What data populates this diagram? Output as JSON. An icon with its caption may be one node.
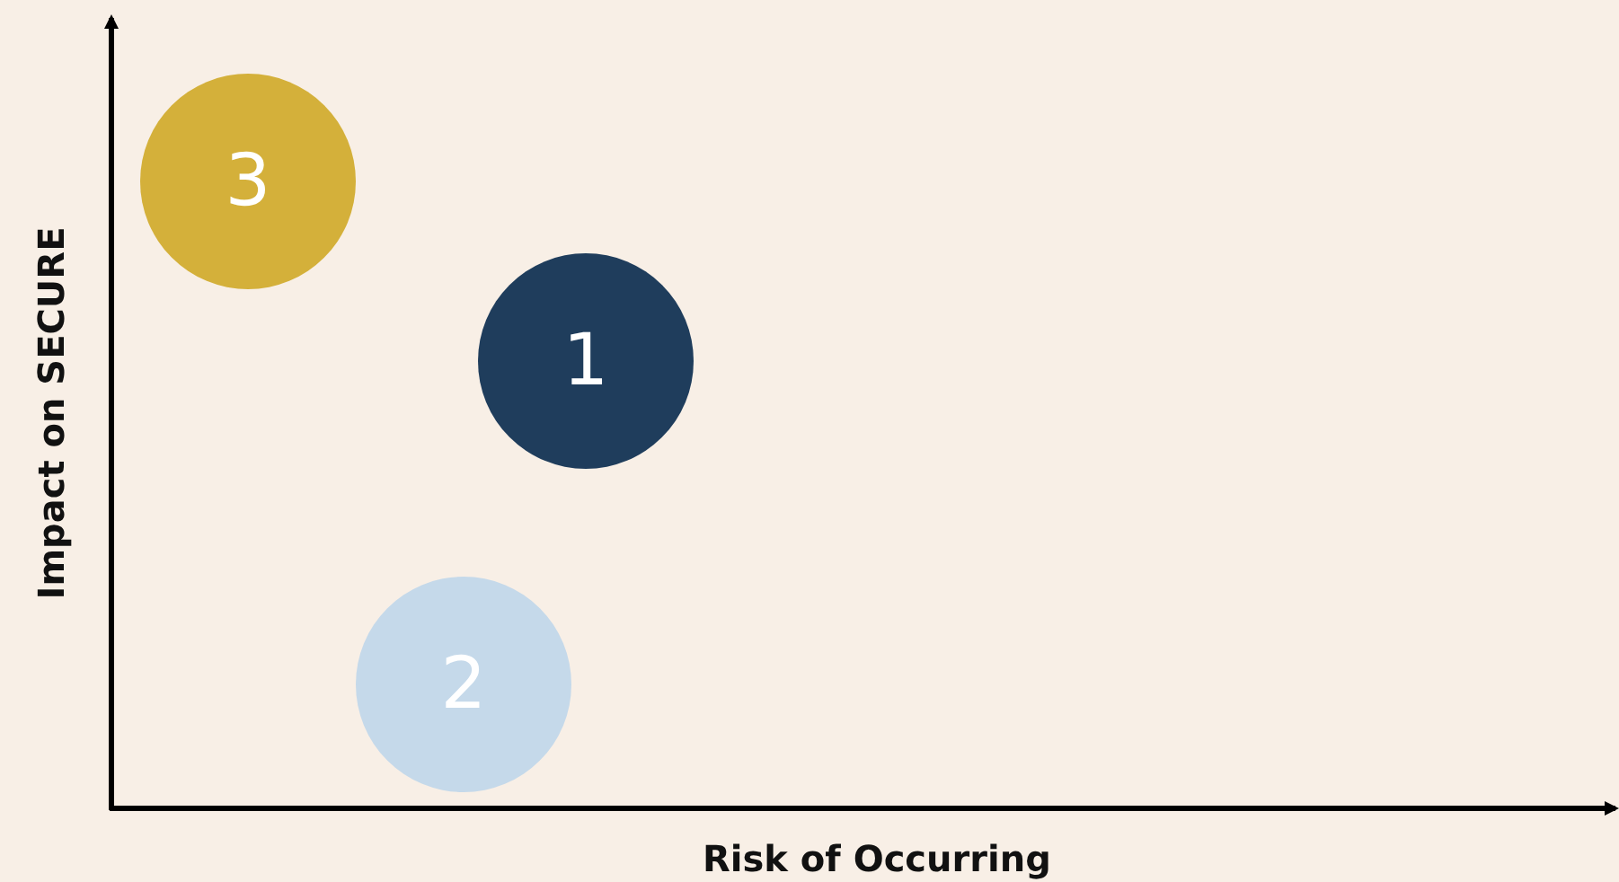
{
  "diagram": {
    "nodes": [
      {
        "text": [
          "3"
        ]
      },
      {
        "text": [
          "1"
        ]
      },
      {
        "text": [
          "2"
        ]
      }
    ],
    "labels": [
      "Impact on SECURE",
      "Risk of Occurring"
    ]
  }
}
